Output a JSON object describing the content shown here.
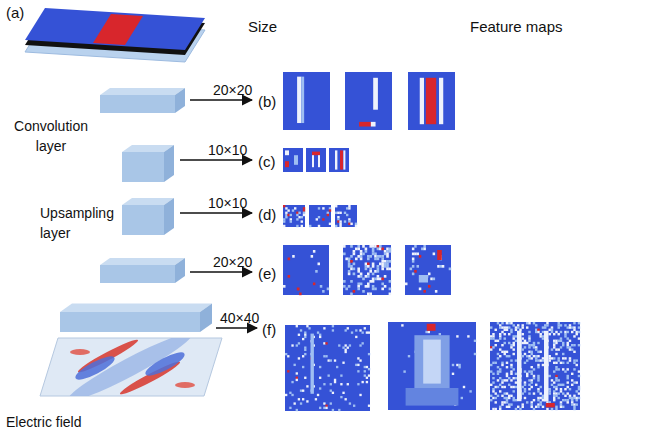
{
  "diagram": {
    "labels": [
      "(a)",
      "Size",
      "Feature maps",
      "20×20",
      "(b)",
      "Convolution layer",
      "10×10",
      "(c)",
      "10×10",
      "(d)",
      "Upsampling layer",
      "20×20",
      "(e)",
      "40×40",
      "(f)",
      "Electric field"
    ]
  }
}
